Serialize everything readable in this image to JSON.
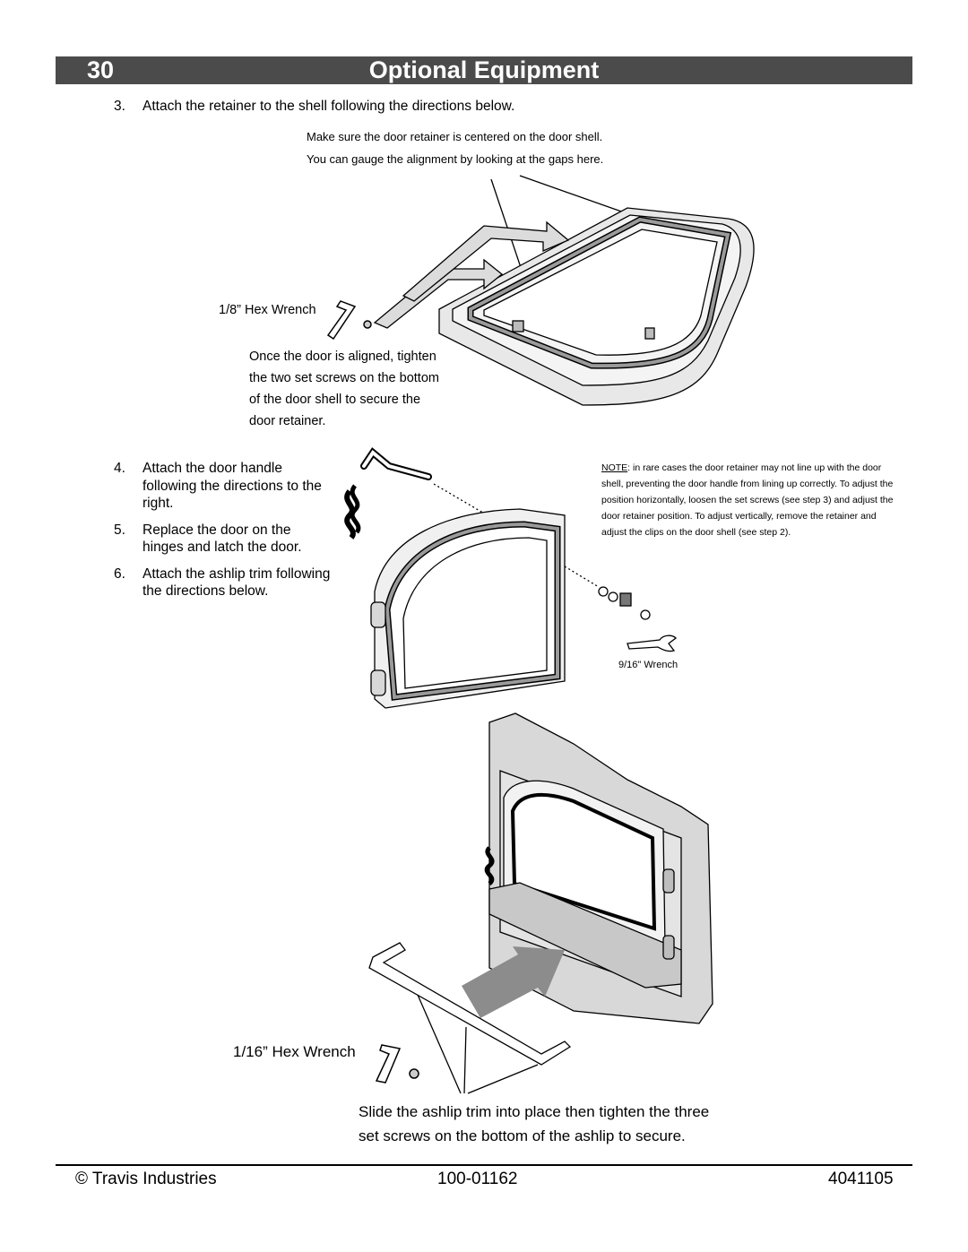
{
  "header": {
    "page_number": "30",
    "title": "Optional Equipment",
    "bar_color": "#4b4b4b"
  },
  "step3": {
    "number": "3.",
    "text": "Attach the retainer to the shell following the directions below."
  },
  "alignment_note": {
    "line1": "Make sure the door retainer is centered on the door shell.",
    "line2": "You can gauge the alignment by looking at the gaps here."
  },
  "hex_wrench_small": "1/8” Hex Wrench",
  "tighten_note": {
    "line1": "Once the door is aligned, tighten",
    "line2": "the two set screws on the bottom",
    "line3": "of the door shell to secure the",
    "line4": "door retainer."
  },
  "steps": [
    {
      "number": "4.",
      "text": "Attach the door handle following the directions to the right."
    },
    {
      "number": "5.",
      "text": "Replace the door on the hinges and latch the door."
    },
    {
      "number": "6.",
      "text": "Attach the ashlip trim following the directions below."
    }
  ],
  "note": {
    "label": "NOTE",
    "text": ": in rare cases the door retainer may not line up with the door shell, preventing the door handle from lining up correctly.  To adjust the position horizontally, loosen the set screws (see step 3) and adjust the door retainer position.  To adjust vertically, remove the retainer and adjust the clips on the door shell (see step 2)."
  },
  "wrench_9_16": "9/16\" Wrench",
  "hex_wrench_large": "1/16” Hex Wrench",
  "ashlip_caption": {
    "line1": "Slide the ashlip trim into place then tighten the three",
    "line2": "set screws on the bottom of the ashlip to secure."
  },
  "footer": {
    "company": "© Travis Industries",
    "doc_number": "100-01162",
    "code": "4041105"
  }
}
